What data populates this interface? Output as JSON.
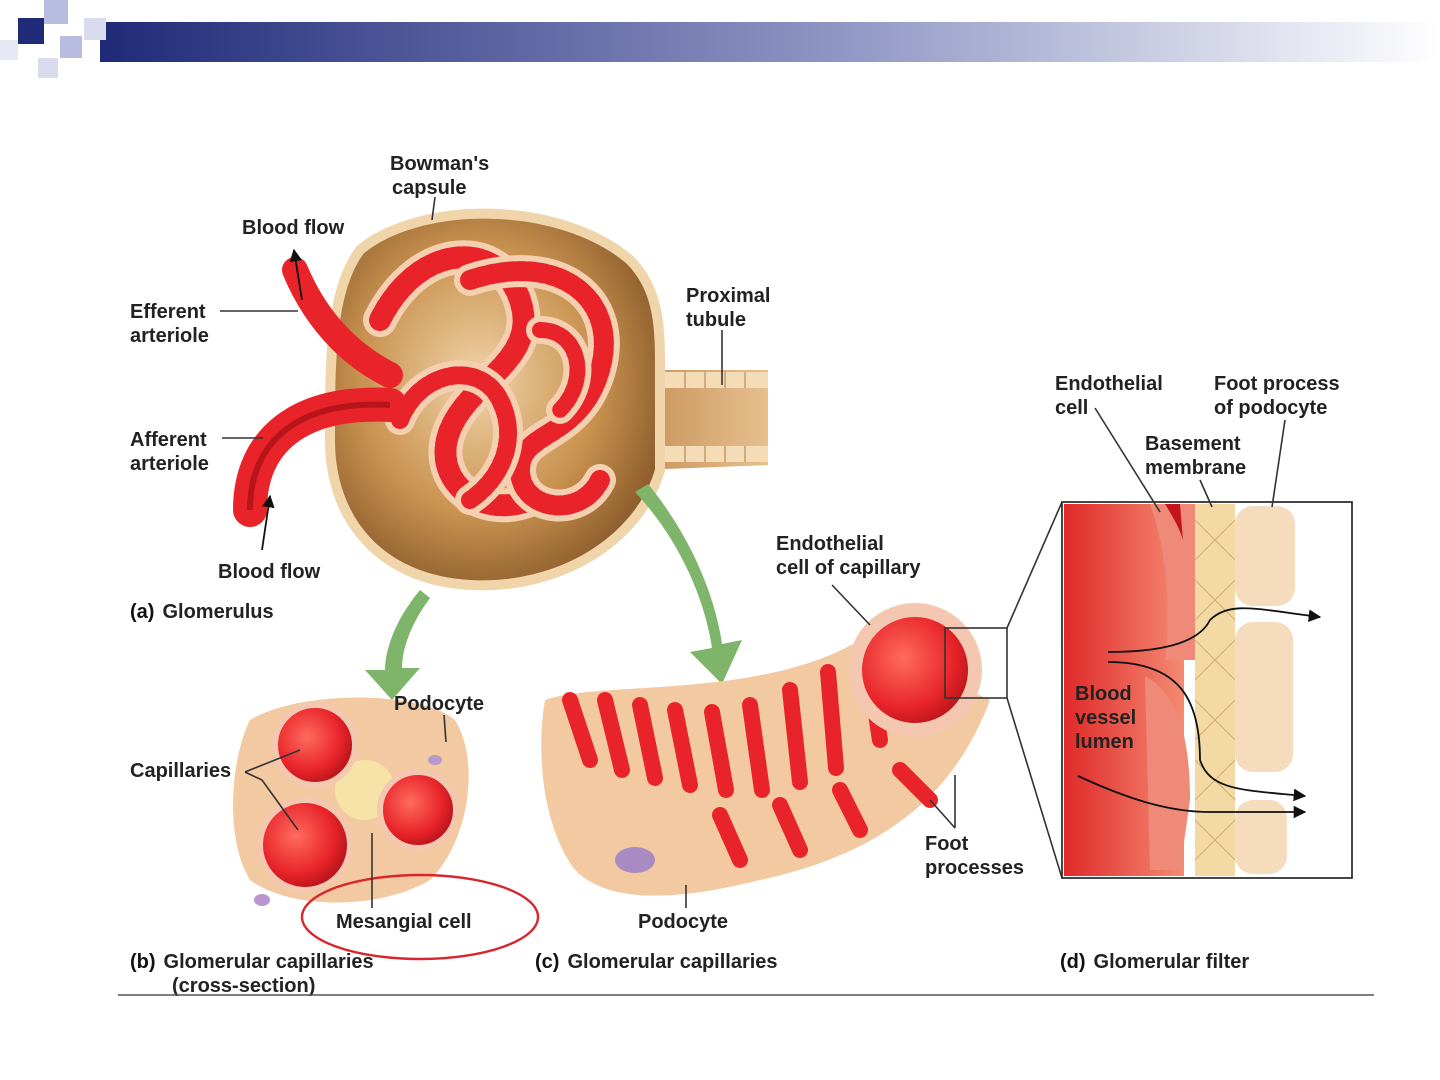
{
  "colors": {
    "blood_red": "#e8242a",
    "dark_red": "#b8151b",
    "podocyte_tan": "#f2c9a0",
    "capsule_brown": "#8a5a2b",
    "arrow_green": "#7fb56a",
    "highlight_ring": "#d9262c",
    "header_navy": "#1f2a78"
  },
  "labels": {
    "bowmans_capsule": [
      "Bowman's",
      "capsule"
    ],
    "blood_flow_top": "Blood flow",
    "efferent_arteriole": [
      "Efferent",
      "arteriole"
    ],
    "proximal_tubule": [
      "Proximal",
      "tubule"
    ],
    "afferent_arteriole": [
      "Afferent",
      "arteriole"
    ],
    "blood_flow_bottom": "Blood flow",
    "podocyte_b": "Podocyte",
    "capillaries": "Capillaries",
    "mesangial_cell": "Mesangial cell",
    "endothelial_cell_capillary": [
      "Endothelial",
      "cell of capillary"
    ],
    "foot_processes": [
      "Foot",
      "processes"
    ],
    "podocyte_c": "Podocyte",
    "endothelial_cell": [
      "Endothelial",
      "cell"
    ],
    "foot_process_podocyte": [
      "Foot process",
      "of podocyte"
    ],
    "basement_membrane": [
      "Basement",
      "membrane"
    ],
    "blood_vessel_lumen": [
      "Blood",
      "vessel",
      "lumen"
    ]
  },
  "captions": {
    "a": {
      "tag": "(a)",
      "text": "Glomerulus"
    },
    "b": {
      "tag": "(b)",
      "text": "Glomerular capillaries",
      "text2": "(cross-section)"
    },
    "c": {
      "tag": "(c)",
      "text": "Glomerular capillaries"
    },
    "d": {
      "tag": "(d)",
      "text": "Glomerular filter"
    }
  }
}
